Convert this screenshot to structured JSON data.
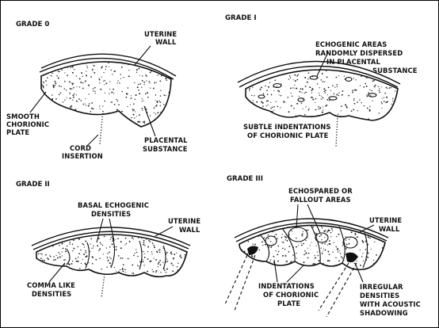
{
  "panels": {
    "grade0": {
      "title": "GRADE 0",
      "labels": {
        "uterine_wall_1": "UTERINE",
        "uterine_wall_2": "WALL",
        "smooth_1": "SMOOTH",
        "smooth_2": "CHORIONIC",
        "smooth_3": "PLATE",
        "cord_1": "CORD",
        "cord_2": "INSERTION",
        "placental_1": "PLACENTAL",
        "placental_2": "SUBSTANCE"
      }
    },
    "grade1": {
      "title": "GRADE I",
      "labels": {
        "echo_1": "ECHOGENIC AREAS",
        "echo_2": "RANDOMLY DISPERSED",
        "echo_3": "IN PLACENTAL",
        "echo_4": "SUBSTANCE",
        "subtle_1": "SUBTLE INDENTATIONS",
        "subtle_2": "OF CHORIONIC PLATE"
      }
    },
    "grade2": {
      "title": "GRADE II",
      "labels": {
        "basal_1": "BASAL ECHOGENIC",
        "basal_2": "DENSITIES",
        "uterine_1": "UTERINE",
        "uterine_2": "WALL",
        "comma_1": "COMMA LIKE",
        "comma_2": "DENSITIES"
      }
    },
    "grade3": {
      "title": "GRADE III",
      "labels": {
        "echospared_1": "ECHOSPARED OR",
        "echospared_2": "FALLOUT AREAS",
        "uterine_1": "UTERINE",
        "uterine_2": "WALL",
        "indent_1": "INDENTATIONS",
        "indent_2": "OF CHORIONIC",
        "indent_3": "PLATE",
        "irreg_1": "IRREGULAR",
        "irreg_2": "DENSITIES",
        "irreg_3": "WITH ACOUSTIC",
        "irreg_4": "SHADOWING"
      }
    }
  }
}
